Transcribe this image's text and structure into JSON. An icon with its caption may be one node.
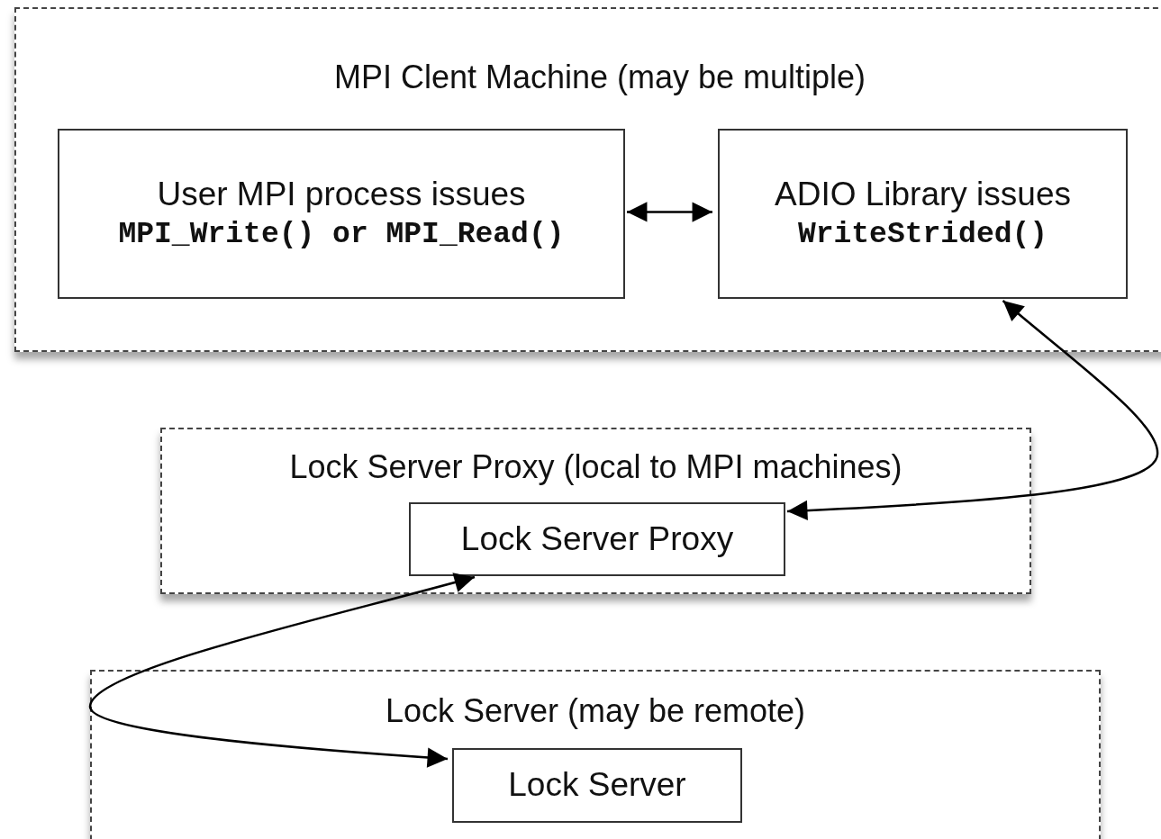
{
  "diagram": {
    "nodes": [
      {
        "text": [
          "MPI Clent Machine (may be multiple)"
        ]
      },
      {
        "text": [
          "User MPI process issues",
          "MPI_Write() or MPI_Read()"
        ],
        "in": 0
      },
      {
        "text": [
          "ADIO Library issues",
          "WriteStrided()"
        ],
        "in": 0
      },
      {
        "text": [
          "Lock Server Proxy (local to MPI machines)"
        ]
      },
      {
        "text": [
          "Lock Server Proxy"
        ],
        "in": 3
      },
      {
        "text": [
          "Lock Server (may be remote)"
        ]
      },
      {
        "text": [
          "Lock Server"
        ],
        "in": 5
      }
    ],
    "edges": [
      {
        "from": 1,
        "to": 2,
        "arrow": "both"
      },
      {
        "from": 2,
        "to": 4,
        "arrow": "both"
      },
      {
        "from": 4,
        "to": 6,
        "arrow": "both"
      }
    ]
  }
}
